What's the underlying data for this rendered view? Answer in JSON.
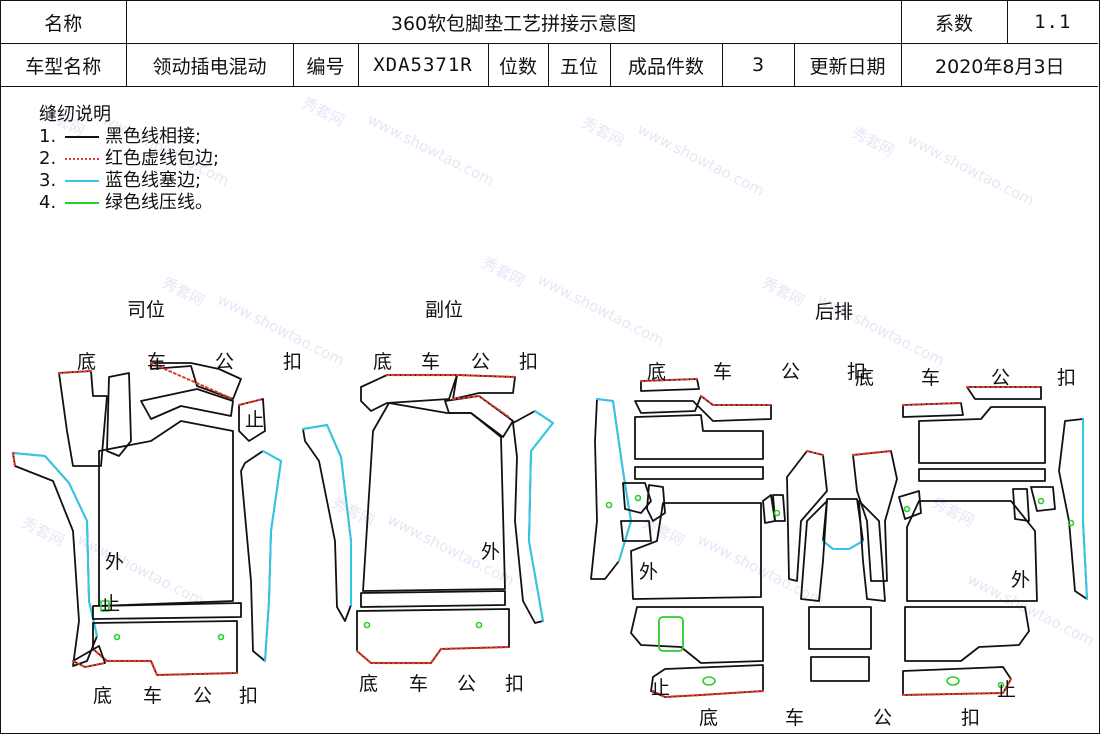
{
  "header": {
    "name_label": "名称",
    "title": "360软包脚垫工艺拼接示意图",
    "coef_label": "系数",
    "coef_value": "1.1",
    "model_label": "车型名称",
    "model_value": "领动插电混动",
    "code_label": "编号",
    "code_value": "XDA5371R",
    "seats_label": "位数",
    "seats_value": "五位",
    "pieces_label": "成品件数",
    "pieces_value": "3",
    "date_label": "更新日期",
    "date_value": "2020年8月3日"
  },
  "legend": {
    "title": "缝纫说明",
    "items": [
      {
        "num": "1.",
        "text": "黑色线相接;",
        "color": "#111111",
        "style": "solid"
      },
      {
        "num": "2.",
        "text": "红色虚线包边;",
        "color": "#e23a2a",
        "style": "dotted"
      },
      {
        "num": "3.",
        "text": "蓝色线塞边;",
        "color": "#31c7e6",
        "style": "solid"
      },
      {
        "num": "4.",
        "text": "绿色线压线。",
        "color": "#2ad02a",
        "style": "solid"
      }
    ]
  },
  "sections": {
    "driver": "司位",
    "passenger": "副位",
    "rear": "后排"
  },
  "labels": {
    "base": "底",
    "car": "车",
    "male": "公",
    "buckle": "扣",
    "out": "外",
    "stop": "止"
  },
  "watermark": {
    "cn": "秀套网",
    "url": "www.showtao.com"
  },
  "colors": {
    "outline": "#111111",
    "red_edge": "#e23a2a",
    "cyan_edge": "#31c7e6",
    "green_stitch": "#2ad02a"
  }
}
